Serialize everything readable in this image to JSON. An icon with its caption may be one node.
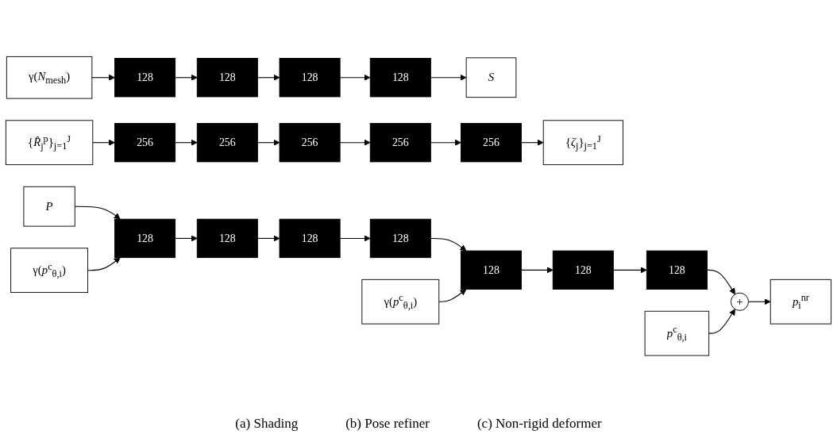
{
  "diagram": {
    "nodes": [
      {
        "text": [
          "γ(*N*$_{mesh}$)"
        ]
      },
      {
        "text": [
          "128"
        ]
      },
      {
        "text": [
          "128"
        ]
      },
      {
        "text": [
          "128"
        ]
      },
      {
        "text": [
          "128"
        ]
      },
      {
        "text": [
          "*S*"
        ]
      },
      {
        "text": [
          "{*R̂*$_{j}$$^{p}$}$_{j=1}$$^{J}$"
        ]
      },
      {
        "text": [
          "256"
        ]
      },
      {
        "text": [
          "256"
        ]
      },
      {
        "text": [
          "256"
        ]
      },
      {
        "text": [
          "256"
        ]
      },
      {
        "text": [
          "256"
        ]
      },
      {
        "text": [
          "{*ζ*$_{j}$}$_{j=1}$$^{J}$"
        ]
      },
      {
        "text": [
          "*P*"
        ]
      },
      {
        "text": [
          "γ(*p*$^{c}$$_{θ,i}$)"
        ]
      },
      {
        "text": [
          "128"
        ]
      },
      {
        "text": [
          "128"
        ]
      },
      {
        "text": [
          "128"
        ]
      },
      {
        "text": [
          "128"
        ]
      },
      {
        "text": [
          "128"
        ]
      },
      {
        "text": [
          "128"
        ]
      },
      {
        "text": [
          "128"
        ]
      },
      {
        "text": [
          "+"
        ]
      },
      {
        "text": [
          "*p*$_{i}$$^{nr}$"
        ]
      },
      {
        "text": [
          "γ(*p*$^{c}$$_{θ,i}$)"
        ]
      },
      {
        "text": [
          "*p*$^{c}$$_{θ,i}$"
        ]
      }
    ],
    "edges": [
      {
        "from": 0,
        "to": 1,
        "arrow": "to"
      },
      {
        "from": 1,
        "to": 2,
        "arrow": "to"
      },
      {
        "from": 2,
        "to": 3,
        "arrow": "to"
      },
      {
        "from": 3,
        "to": 4,
        "arrow": "to"
      },
      {
        "from": 4,
        "to": 5,
        "arrow": "to"
      },
      {
        "from": 6,
        "to": 7,
        "arrow": "to"
      },
      {
        "from": 7,
        "to": 8,
        "arrow": "to"
      },
      {
        "from": 8,
        "to": 9,
        "arrow": "to"
      },
      {
        "from": 9,
        "to": 10,
        "arrow": "to"
      },
      {
        "from": 10,
        "to": 11,
        "arrow": "to"
      },
      {
        "from": 11,
        "to": 12,
        "arrow": "to"
      },
      {
        "from": 13,
        "to": 15,
        "arrow": "to"
      },
      {
        "from": 14,
        "to": 15,
        "arrow": "to"
      },
      {
        "from": 15,
        "to": 16,
        "arrow": "to"
      },
      {
        "from": 16,
        "to": 17,
        "arrow": "to"
      },
      {
        "from": 17,
        "to": 18,
        "arrow": "to"
      },
      {
        "from": 18,
        "to": 19,
        "arrow": "to"
      },
      {
        "from": 19,
        "to": 20,
        "arrow": "to"
      },
      {
        "from": 20,
        "to": 21,
        "arrow": "to"
      },
      {
        "from": 24,
        "to": 19,
        "arrow": "to"
      },
      {
        "from": 21,
        "to": 22,
        "arrow": "to"
      },
      {
        "from": 25,
        "to": 22,
        "arrow": "to"
      },
      {
        "from": 22,
        "to": 23,
        "arrow": "to"
      }
    ],
    "labels": [
      "(a) Shading",
      "(b) Pose refiner",
      "(c) Non-rigid deformer"
    ]
  }
}
